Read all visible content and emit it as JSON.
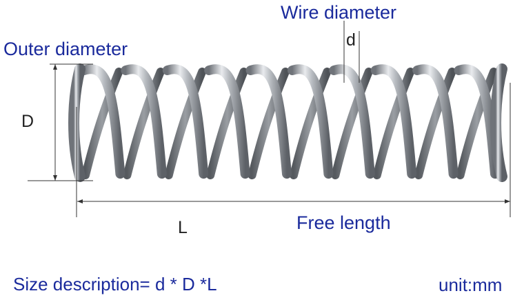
{
  "labels": {
    "wire_diameter": "Wire diameter",
    "wire_symbol": "d",
    "outer_diameter": "Outer diameter",
    "outer_symbol": "D",
    "length_symbol": "L",
    "free_length": "Free length",
    "size_description": "Size description= d *  D  *L",
    "unit": "unit:mm"
  },
  "colors": {
    "label_blue": "#1a2a9c",
    "symbol_black": "#222222",
    "dimension_line": "#333333",
    "spring_steel": "#a9adb2"
  },
  "spring": {
    "coil_count": 11
  }
}
